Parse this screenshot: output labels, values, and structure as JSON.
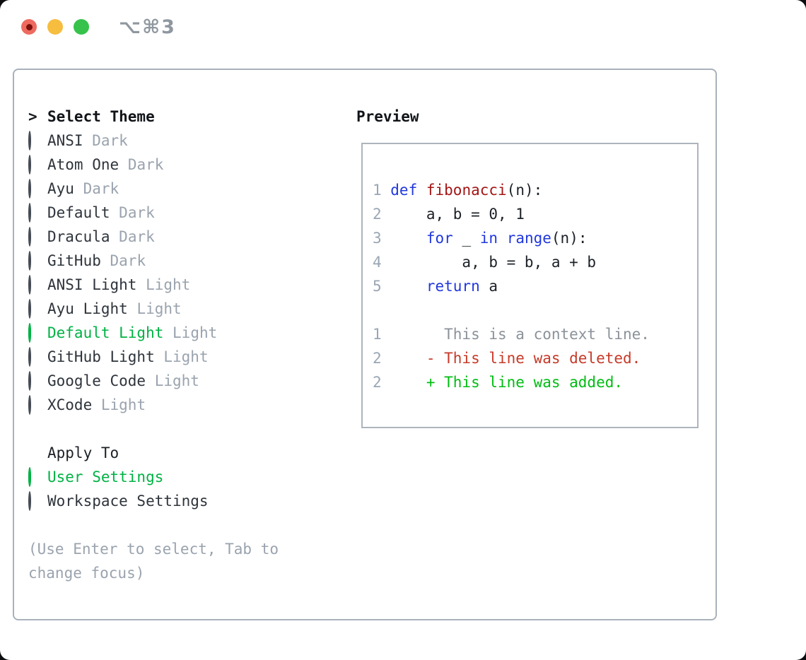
{
  "window": {
    "title": "⌥⌘3",
    "traffic_lights": {
      "close_icon": "red-circle-with-dot",
      "minimize_icon": "yellow-circle",
      "zoom_icon": "green-circle"
    }
  },
  "colors": {
    "selection_green": "#00b244",
    "added_green": "#00bd12",
    "deleted_red": "#c63a28",
    "keyword_blue": "#2138dd",
    "function_red": "#a31515",
    "muted_gray": "#9aa3ae",
    "panel_border": "#a9b1bb"
  },
  "theme_panel": {
    "header": {
      "prompt": ">",
      "label": "Select Theme"
    },
    "marker_icons": {
      "selected": "filled-circle",
      "unselected": "hollow-circle"
    },
    "themes": [
      {
        "name": "ANSI",
        "variant": "Dark",
        "selected": false
      },
      {
        "name": "Atom One",
        "variant": "Dark",
        "selected": false
      },
      {
        "name": "Ayu",
        "variant": "Dark",
        "selected": false
      },
      {
        "name": "Default",
        "variant": "Dark",
        "selected": false
      },
      {
        "name": "Dracula",
        "variant": "Dark",
        "selected": false
      },
      {
        "name": "GitHub",
        "variant": "Dark",
        "selected": false
      },
      {
        "name": "ANSI Light",
        "variant": "Light",
        "selected": false
      },
      {
        "name": "Ayu Light",
        "variant": "Light",
        "selected": false
      },
      {
        "name": "Default Light",
        "variant": "Light",
        "selected": true
      },
      {
        "name": "GitHub Light",
        "variant": "Light",
        "selected": false
      },
      {
        "name": "Google Code",
        "variant": "Light",
        "selected": false
      },
      {
        "name": "XCode",
        "variant": "Light",
        "selected": false
      }
    ],
    "apply_to": {
      "label": "Apply To",
      "options": [
        {
          "name": "User Settings",
          "selected": true
        },
        {
          "name": "Workspace Settings",
          "selected": false
        }
      ]
    },
    "help_lines": [
      "(Use Enter to select, Tab to",
      "change focus)"
    ]
  },
  "preview": {
    "label": "Preview",
    "code_lines": [
      {
        "num": "1",
        "segments": [
          {
            "t": "def",
            "c": "kw"
          },
          {
            "t": " ",
            "c": "p"
          },
          {
            "t": "fibonacci",
            "c": "fn"
          },
          {
            "t": "(n):",
            "c": "p"
          }
        ]
      },
      {
        "num": "2",
        "segments": [
          {
            "t": "    a, b = 0, 1",
            "c": "p"
          }
        ]
      },
      {
        "num": "3",
        "segments": [
          {
            "t": "    ",
            "c": "p"
          },
          {
            "t": "for",
            "c": "kw"
          },
          {
            "t": " _ ",
            "c": "p"
          },
          {
            "t": "in",
            "c": "kw"
          },
          {
            "t": " ",
            "c": "p"
          },
          {
            "t": "range",
            "c": "kw"
          },
          {
            "t": "(n):",
            "c": "p"
          }
        ]
      },
      {
        "num": "4",
        "segments": [
          {
            "t": "        a, b = b, a + b",
            "c": "p"
          }
        ]
      },
      {
        "num": "5",
        "segments": [
          {
            "t": "    ",
            "c": "p"
          },
          {
            "t": "return",
            "c": "kw"
          },
          {
            "t": " a",
            "c": "p"
          }
        ]
      },
      {
        "num": "",
        "segments": []
      },
      {
        "num": "1",
        "segments": [
          {
            "t": "      This is a context line.",
            "c": "ctx"
          }
        ]
      },
      {
        "num": "2",
        "segments": [
          {
            "t": "    - This line was deleted.",
            "c": "del"
          }
        ]
      },
      {
        "num": "2",
        "segments": [
          {
            "t": "    + This line was added.",
            "c": "add"
          }
        ]
      }
    ]
  }
}
